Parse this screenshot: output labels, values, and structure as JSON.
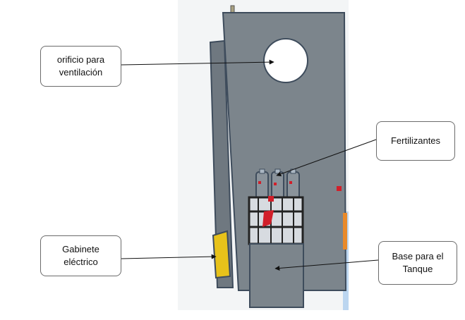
{
  "labels": {
    "ventilation_hole": "orificio para\nventilación",
    "fertilizers": "Fertilizantes",
    "electrical_cabinet": "Gabinete\neléctrico",
    "tank_base": "Base para el\nTanque"
  },
  "colors": {
    "panel": "#7c858c",
    "panel_edge": "#3e4c5c",
    "cabinet": "#e7c21a",
    "accent_red": "#d21f2a",
    "accent_orange": "#e98a2a",
    "accent_blue": "#8fb5e6",
    "scene_bg": "#f3f5f6"
  }
}
